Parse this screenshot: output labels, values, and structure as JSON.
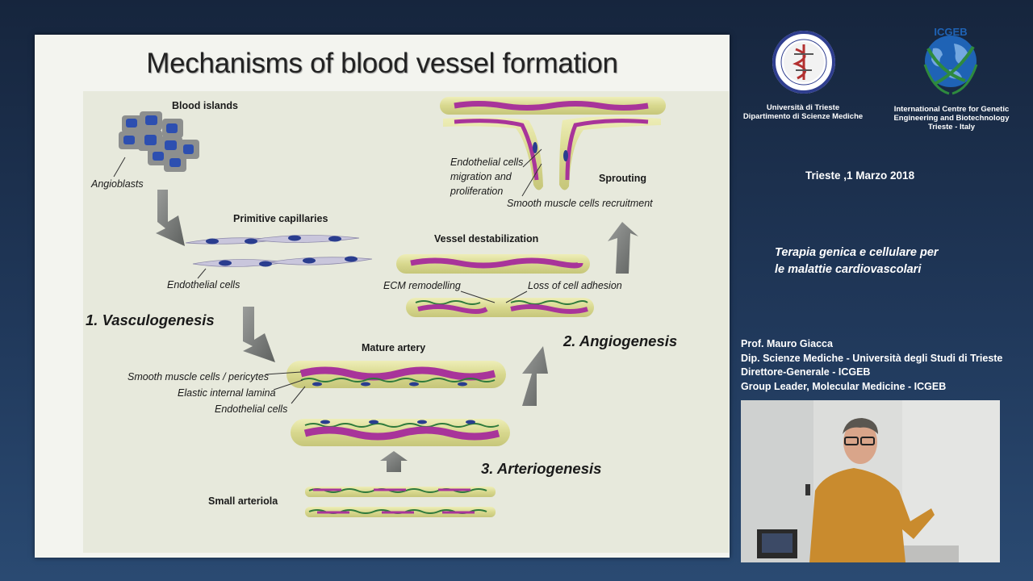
{
  "slide": {
    "title": "Mechanisms of blood vessel formation",
    "labels": {
      "blood_islands": "Blood islands",
      "angioblasts": "Angioblasts",
      "primitive_capillaries": "Primitive capillaries",
      "endothelial_cells_1": "Endothelial cells",
      "vasculogenesis": "1. Vasculogenesis",
      "mature_artery": "Mature artery",
      "smc_pericytes": "Smooth muscle cells / pericytes",
      "elastic_lamina": "Elastic internal lamina",
      "endothelial_cells_2": "Endothelial cells",
      "small_arteriola": "Small arteriola",
      "arteriogenesis": "3. Arteriogenesis",
      "angiogenesis": "2. Angiogenesis",
      "vessel_destabilization": "Vessel destabilization",
      "ecm_remodelling": "ECM remodelling",
      "loss_cell_adhesion": "Loss of cell adhesion",
      "ec_migration_1": "Endothelial cells",
      "ec_migration_2": "migration and",
      "ec_migration_3": "proliferation",
      "sprouting": "Sprouting",
      "smc_recruitment": "Smooth muscle cells recruitment"
    }
  },
  "sidebar": {
    "univ_caption_1": "Università di Trieste",
    "univ_caption_2": "Dipartimento di Scienze Mediche",
    "icgeb_logo_text": "ICGEB",
    "icgeb_caption_1": "International Centre for Genetic",
    "icgeb_caption_2": "Engineering and Biotechnology",
    "icgeb_caption_3": "Trieste - Italy",
    "date": "Trieste ,1 Marzo 2018",
    "course_line_1": "Terapia genica e cellulare per",
    "course_line_2": "le malattie cardiovascolari",
    "prof_lines": [
      "Prof. Mauro Giacca",
      "Dip. Scienze Mediche - Università degli Studi di Trieste",
      "Direttore-Generale - ICGEB",
      "Group Leader, Molecular Medicine - ICGEB"
    ]
  },
  "colors": {
    "vessel_fill": "#dcdc9a",
    "smc_magenta": "#a8349a",
    "lamina_green": "#2f7a3c",
    "nucleus_blue": "#2a3d8f",
    "arrow_gray": "#7b7e7c",
    "icgeb_blue": "#1f63b5",
    "icgeb_green": "#2e8a3e"
  }
}
